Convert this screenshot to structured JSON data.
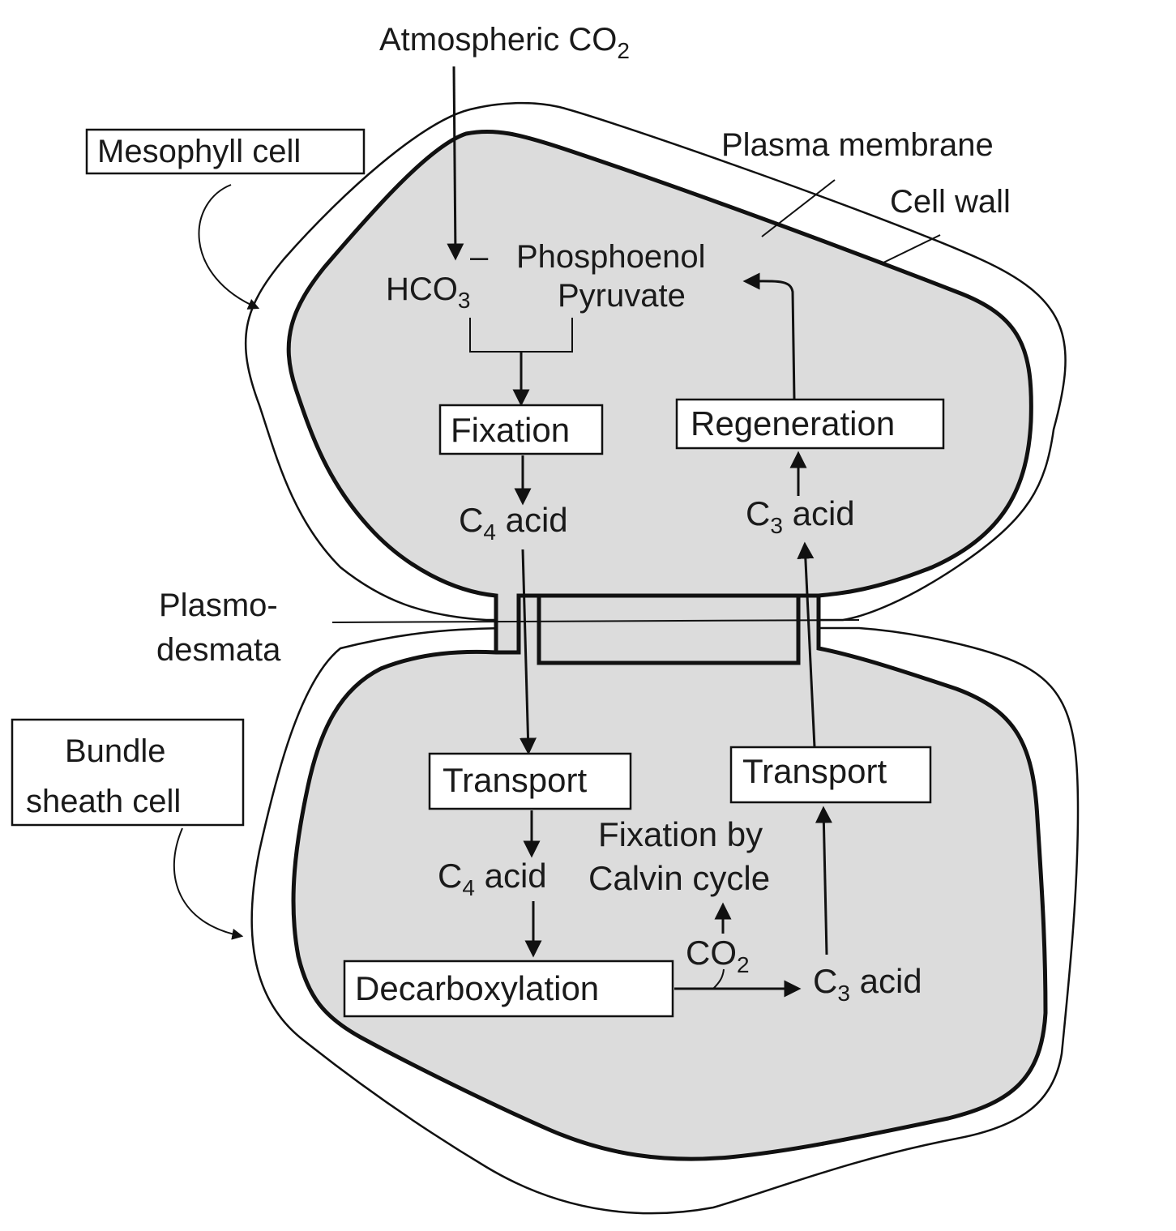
{
  "labels": {
    "atmospheric_co2": "Atmospheric CO",
    "atmospheric_co2_sub": "2",
    "mesophyll_cell": "Mesophyll cell",
    "plasma_membrane": "Plasma membrane",
    "cell_wall": "Cell wall",
    "hco3": "HCO",
    "hco3_sub": "3",
    "hco3_charge": "–",
    "pep_line1": "Phosphoenol",
    "pep_line2": "Pyruvate",
    "fixation": "Fixation",
    "regeneration": "Regeneration",
    "c4_acid_top": "C",
    "c4_acid_top_sub": "4",
    "c4_acid_top_rest": " acid",
    "c3_acid_top": "C",
    "c3_acid_top_sub": "3",
    "c3_acid_top_rest": " acid",
    "plasmodesmata_line1": "Plasmo-",
    "plasmodesmata_line2": "desmata",
    "bundle_sheath_line1": "Bundle",
    "bundle_sheath_line2": "sheath cell",
    "transport_left": "Transport",
    "transport_right": "Transport",
    "c4_acid_bottom": "C",
    "c4_acid_bottom_sub": "4",
    "c4_acid_bottom_rest": " acid",
    "fixation_by_line1": "Fixation by",
    "fixation_by_line2": "Calvin cycle",
    "co2": "CO",
    "co2_sub": "2",
    "decarboxylation": "Decarboxylation",
    "c3_acid_bottom": "C",
    "c3_acid_bottom_sub": "3",
    "c3_acid_bottom_rest": " acid"
  },
  "colors": {
    "cytoplasm": "#dcdcdc",
    "outline": "#111111",
    "background": "#ffffff"
  }
}
